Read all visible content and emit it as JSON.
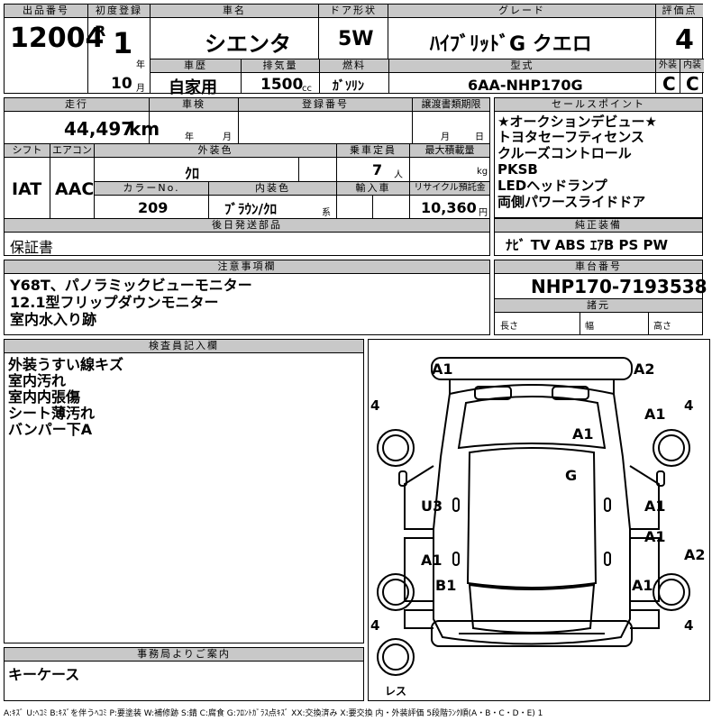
{
  "header": {
    "lot_label": "出品番号",
    "lot_no": "12004",
    "first_reg_label": "初度登録",
    "era": "R",
    "year": "1",
    "year_unit": "年",
    "month": "10",
    "month_unit": "月",
    "car_name_label": "車名",
    "car_name": "シエンタ",
    "door_label": "ドア形状",
    "door": "5W",
    "grade_label": "グレード",
    "grade": "ﾊｲﾌﾞﾘｯﾄﾞG クエロ",
    "score_label": "評価点",
    "score": "4",
    "history_label": "車歴",
    "history": "自家用",
    "displacement_label": "排気量",
    "displacement": "1500",
    "displacement_unit": "cc",
    "fuel_label": "燃料",
    "fuel": "ｶﾞｿﾘﾝ",
    "model_label": "型式",
    "model": "6AA-NHP170G",
    "ext_label": "外装",
    "ext": "C",
    "int_label": "内装",
    "int": "C"
  },
  "specs": {
    "mileage_label": "走行",
    "mileage": "44,497",
    "mileage_unit": "km",
    "inspection_label": "車検",
    "insp_year": "年",
    "insp_month": "月",
    "regno_label": "登録番号",
    "transfer_label": "譲渡書類期限",
    "transfer_month": "月",
    "transfer_day": "日",
    "shift_label": "シフト",
    "shift": "IAT",
    "ac_label": "エアコン",
    "ac": "AAC",
    "color_label": "外装色",
    "color": "ｸﾛ",
    "capacity_label": "乗車定員",
    "capacity": "7",
    "capacity_unit": "人",
    "load_label": "最大積載量",
    "load_unit": "kg",
    "colorno_label": "カラーNo.",
    "colorno": "209",
    "interior_label": "内装色",
    "interior": "ﾌﾞﾗｳﾝ/ｸﾛ",
    "interior_unit": "系",
    "import_label": "輸入車",
    "recycle_label": "リサイクル預託金",
    "recycle": "10,360",
    "recycle_unit": "円",
    "later_label": "後日発送部品",
    "later": "保証書"
  },
  "selling": {
    "label": "セールスポイント",
    "lines": [
      "★オークションデビュー★",
      "トヨタセーフティセンス",
      "クルーズコントロール",
      "PKSB",
      "LEDヘッドランプ",
      "両側パワースライドドア"
    ]
  },
  "equipment": {
    "label": "純正装備",
    "items": "ﾅﾋﾞ TV ABS ｴｱB PS PW"
  },
  "notes": {
    "label": "注意事項欄",
    "lines": [
      "Y68T、パノラミックビューモニター",
      "12.1型フリップダウンモニター",
      "室内水入り跡"
    ]
  },
  "chassis": {
    "label": "車台番号",
    "value": "NHP170-7193538",
    "dims_label": "諸元",
    "length": "長さ",
    "width": "幅",
    "height": "高さ"
  },
  "inspector": {
    "label": "検査員記入欄",
    "lines": [
      "外装うすい線キズ",
      "室内汚れ",
      "室内内張傷",
      "シート薄汚れ",
      "バンパー下A"
    ]
  },
  "office": {
    "label": "事務局よりご案内",
    "text": "キーケース"
  },
  "diagram": {
    "marks": [
      "A1",
      "A2",
      "A1",
      "A1",
      "G",
      "U3",
      "A1",
      "A1",
      "A1",
      "A2",
      "B1",
      "A1"
    ],
    "tires": [
      "4",
      "4",
      "4",
      "4"
    ],
    "spare": "レス"
  },
  "legend": "A:ｷｽﾞ U:ﾍｺﾐ B:ｷｽﾞを伴うﾍｺﾐ P:要塗装 W:補修跡 S:錆 C:腐食 G:ﾌﾛﾝﾄｶﾞﾗｽ点ｷｽﾞ XX:交換済み X:要交換 内・外装評価 5段階ﾗﾝｸ順(A・B・C・D・E) 1"
}
